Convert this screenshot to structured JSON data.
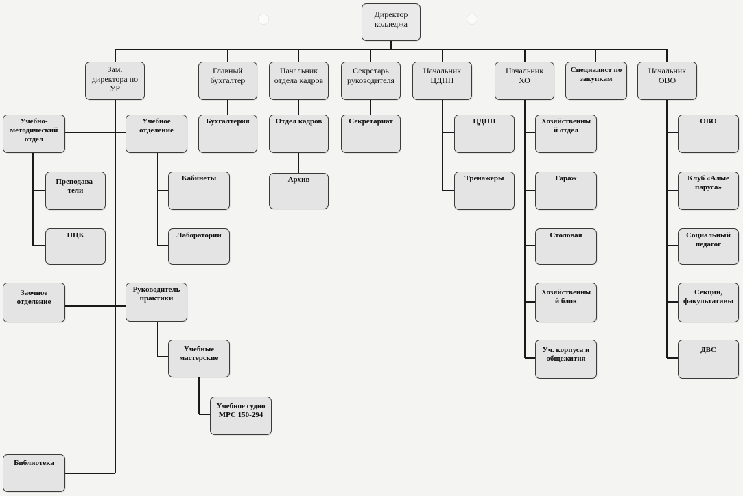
{
  "director": "Директор\nколледжа",
  "level1": [
    {
      "id": "zam",
      "label": "Зам.\nдиректора по\nУР"
    },
    {
      "id": "buh",
      "label": "Главный\nбухгалтер"
    },
    {
      "id": "kadr",
      "label": "Начальник\nотдела кадров"
    },
    {
      "id": "sekr",
      "label": "Секретарь\nруководителя"
    },
    {
      "id": "cdpp",
      "label": "Начальник\nЦДПП"
    },
    {
      "id": "ho",
      "label": "Начальник\nХО"
    },
    {
      "id": "zak",
      "label": "Специалист по\nзакупкам"
    },
    {
      "id": "ovo",
      "label": "Начальник\nОВО"
    }
  ],
  "units": {
    "umo": "Учебно-\nметодический\nотдел",
    "prepod": "Преподава-\nтели",
    "pck": "ПЦК",
    "zaoch": "Заочное\nотделение",
    "biblio": "Библиотека",
    "ucheb_otd": "Учебное\nотделение",
    "kabinety": "Кабинеты",
    "labs": "Лаборатории",
    "ruk_prakt": "Руководитель\nпрактики",
    "masterskie": "Учебные\nмастерские",
    "sudno": "Учебное судно\nМРС 150-294",
    "buhgalteria": "Бухгалтерия",
    "otdel_kadrov": "Отдел кадров",
    "arhiv": "Архив",
    "sekretariat": "Секретариат",
    "cdpp_unit": "ЦДПП",
    "trenazhery": "Тренажеры",
    "hoz_otdel": "Хозяйственны\nй отдел",
    "garazh": "Гараж",
    "stolovaya": "Столовая",
    "hoz_blok": "Хозяйственны\nй блок",
    "korpusa": "Уч. корпуса и\nобщежития",
    "ovo_unit": "ОВО",
    "klub": "Клуб «Алые\nпаруса»",
    "soc_ped": "Социальный\nпедагог",
    "sekcii": "Секции,\nфакультативы",
    "dvs": "ДВС"
  }
}
